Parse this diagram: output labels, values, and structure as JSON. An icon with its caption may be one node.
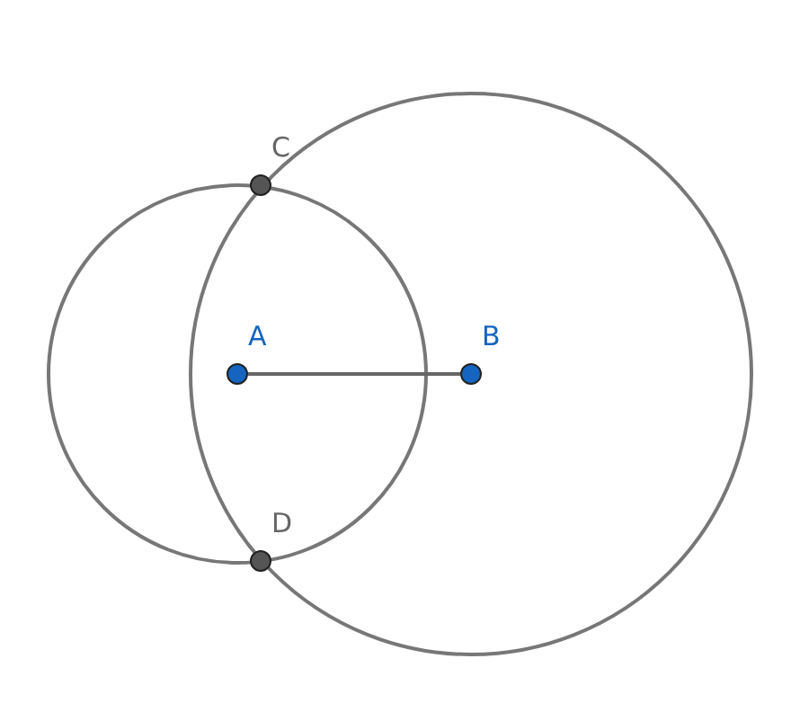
{
  "diagram": {
    "nodes": [
      {
        "text": [
          "A"
        ]
      },
      {
        "text": [
          "B"
        ]
      },
      {
        "text": [
          "C"
        ]
      },
      {
        "text": [
          "D"
        ]
      }
    ],
    "edges": [
      {
        "from": 0,
        "to": 1,
        "arrow": "none"
      }
    ]
  }
}
